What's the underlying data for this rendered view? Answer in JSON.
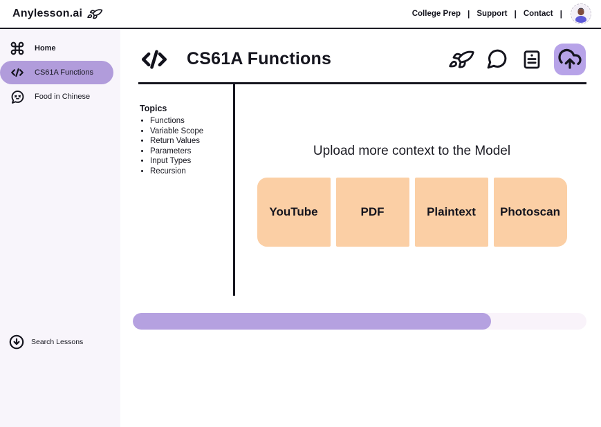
{
  "colors": {
    "accent_purple": "#b19cdb",
    "action_highlight_purple": "#b7a3e8",
    "progress_fill_purple": "#b5a1e0",
    "progress_track": "#f9f3fa",
    "sidebar_bg": "#f8f5fb",
    "peach_button": "#fbcfa5",
    "ink": "#15151e"
  },
  "header": {
    "brand": "Anylesson.ai",
    "brand_icon": "rocket-icon",
    "separator": "|",
    "nav": [
      {
        "label": "College Prep"
      },
      {
        "label": "Support"
      },
      {
        "label": "Contact"
      }
    ],
    "avatar": "user-avatar"
  },
  "sidebar": {
    "items": [
      {
        "label": "Home",
        "icon": "command-icon",
        "active": false
      },
      {
        "label": "CS61A Functions",
        "icon": "code-icon",
        "active": true
      },
      {
        "label": "Food in Chinese",
        "icon": "chat-face-icon",
        "active": false
      }
    ],
    "footer": {
      "label": "Search Lessons",
      "icon": "circle-down-arrow-icon"
    }
  },
  "main": {
    "title": "CS61A Functions",
    "title_icon": "code-icon",
    "actions": [
      "rocket-icon",
      "chat-icon",
      "notes-icon",
      "cloud-upload-icon"
    ],
    "topics": {
      "heading": "Topics",
      "items": [
        "Functions",
        "Variable Scope",
        "Return Values",
        "Parameters",
        "Input Types",
        "Recursion"
      ]
    },
    "upload": {
      "heading": "Upload more context to the Model",
      "buttons": [
        "YouTube",
        "PDF",
        "Plaintext",
        "Photoscan"
      ]
    },
    "progress": {
      "percent": 79
    }
  }
}
